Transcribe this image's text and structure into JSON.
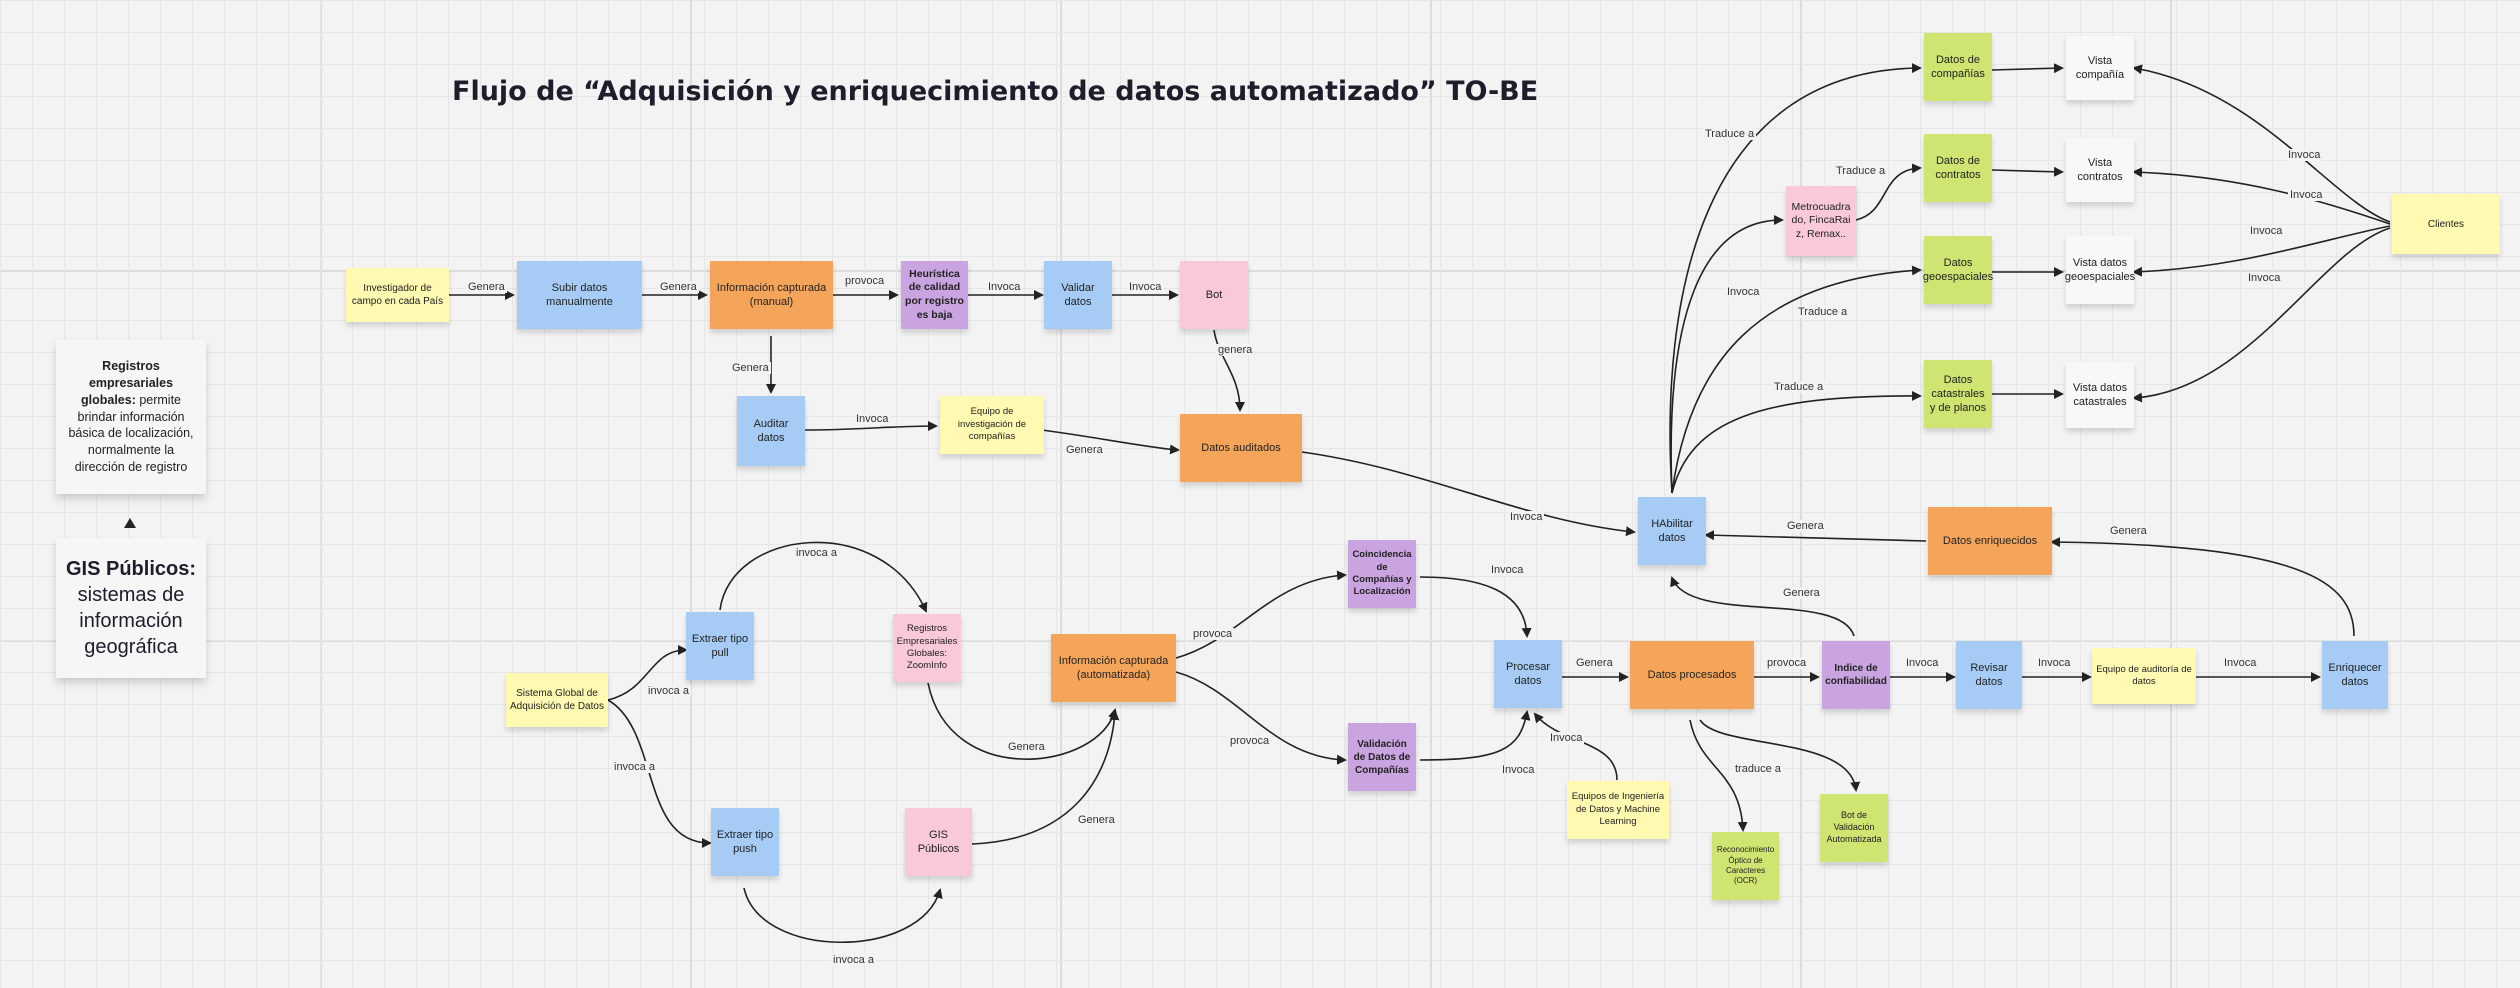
{
  "title": "Flujo de “Adquisición y enriquecimiento de datos automatizado” TO-BE",
  "side_notes": {
    "registros_bold": "Registros empresariales globales:",
    "registros_text": " permite brindar información básica de localización, normalmente la dirección de registro",
    "gis_bold": "GIS Públicos:",
    "gis_text": " sistemas de información geográfica"
  },
  "nodes": {
    "investigador": "Investigador de campo en cada País",
    "subir": "Subir datos manualmente",
    "info_manual": "Información capturada (manual)",
    "heuristica": "Heurística de calidad por registro es baja",
    "validar": "Validar datos",
    "bot": "Bot",
    "auditar": "Auditar datos",
    "equipo_inv": "Equipo de investigación de compañías",
    "datos_auditados": "Datos auditados",
    "sistema_global": "Sistema Global de Adquisición de Datos",
    "pull": "Extraer tipo pull",
    "push": "Extraer tipo push",
    "registros_gl": "Registros Empresariales Globales: ZoomInfo",
    "gis_pub": "GIS Públicos",
    "info_auto": "Información capturada (automatizada)",
    "coincidencia": "Coincidencia de Compañías y Localización",
    "validacion": "Validación de Datos de Compañías",
    "procesar": "Procesar datos",
    "equipos_ing": "Equipos de Ingeniería de Datos y Machine Learning",
    "datos_proc": "Datos procesados",
    "ocr": "Reconocimiento Óptico de Caracteres (OCR)",
    "bot_val": "Bot de Validación Automatizada",
    "indice": "Indice de confiabilidad",
    "revisar": "Revisar datos",
    "equipo_aud": "Equipo de auditoría de datos",
    "enriquecer": "Enriquecer datos",
    "datos_enr": "Datos enriquecidos",
    "habilitar": "HAbilitar datos",
    "metro": "Metrocuadrado, FincaRaiz, Remax..",
    "d_companias": "Datos de compañías",
    "d_contratos": "Datos de contratos",
    "d_geo": "Datos geoespaciales",
    "d_cat": "Datos catastrales y de planos",
    "v_compania": "Vista compañía",
    "v_contratos": "Vista contratos",
    "v_geo": "Vista datos geoespaciales",
    "v_cat": "Vista datos catastrales",
    "clientes": "Clientes"
  },
  "labels": {
    "genera": "Genera",
    "provoca": "provoca",
    "invoca": "Invoca",
    "invoca_a": "invoca a",
    "traduce_a": "Traduce a",
    "traduce_a_lower": "traduce a",
    "genera_lower": "genera"
  },
  "colors": {
    "yellow": "#fff9b1",
    "blue": "#a6ccf5",
    "orange": "#f4a55a",
    "purple": "#c9a4e0",
    "pink": "#f9c9da",
    "green": "#cee572",
    "white": "#f8f8f8"
  }
}
